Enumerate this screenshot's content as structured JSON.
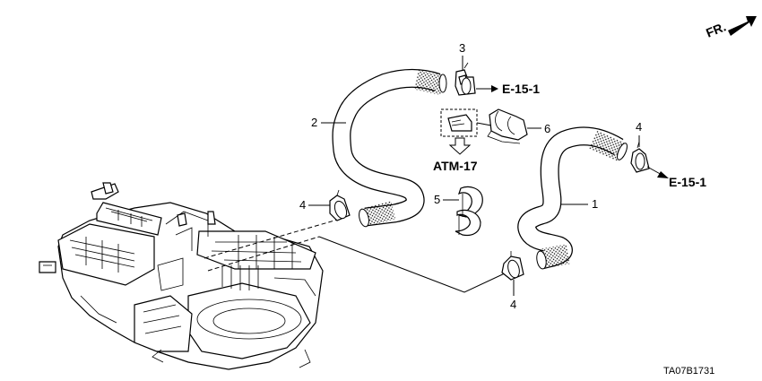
{
  "fr_label": "FR.",
  "references": {
    "e15_upper": "E-15-1",
    "e15_right": "E-15-1",
    "atm": "ATM-17"
  },
  "callouts": {
    "c1": "1",
    "c2": "2",
    "c3": "3",
    "c4_left": "4",
    "c4_right": "4",
    "c4_bottom": "4",
    "c5": "5",
    "c6": "6"
  },
  "diagram_code": "TA07B1731",
  "icons": [
    "arrow-icon",
    "hose-icon",
    "hose-clamp-icon",
    "clip-icon",
    "heater-unit-icon"
  ]
}
